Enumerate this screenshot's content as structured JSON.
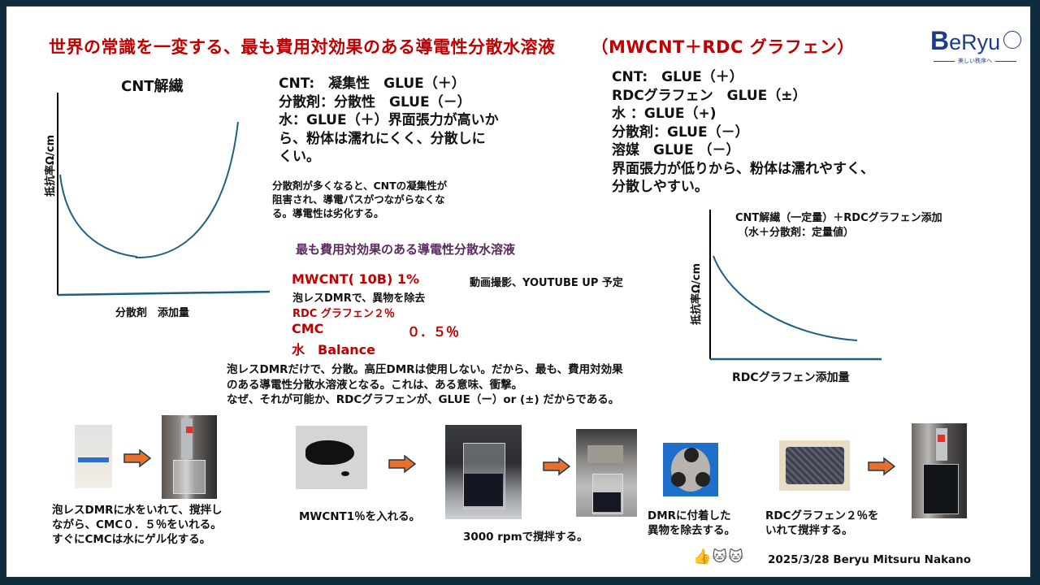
{
  "title": {
    "main": "世界の常識を一変する、最も費用対効果のある導電性分散水溶液",
    "sub": "（MWCNT＋RDC グラフェン）"
  },
  "logo": {
    "initial": "B",
    "name": "eRyu",
    "tagline": "美しい秩序へ"
  },
  "left_notes": {
    "lines": [
      "CNT:　凝集性　GLUE（＋）",
      "分散剤：分散性　GLUE（－）",
      "水：GLUE（＋）界面張力が高いか",
      "ら、粉体は濡れにくく、分散しに",
      "くい。"
    ],
    "detail": [
      "分散剤が多くなると、CNTの凝集性が",
      "阻害され、導電パスがつながらなくな",
      "る。導電性は劣化する。"
    ]
  },
  "right_notes": {
    "lines": [
      "CNT:　GLUE（＋）",
      "RDCグラフェン　GLUE（±）",
      "水 ：GLUE（+)",
      "分散剤：GLUE（－）",
      "溶媒　GLUE （－）",
      "界面張力が低りから、粉体は濡れやすく、",
      "分散しやすい。"
    ]
  },
  "recipe": {
    "heading": "最も費用対効果のある導電性分散水溶液",
    "mwcnt": "MWCNT( 10B) 1%",
    "video_note": "動画撮影、YOUTUBE UP 予定",
    "dmr_note": "泡レスDMRで、異物を除去",
    "rdc": "RDC グラフェン２％",
    "cmc_label": "CMC",
    "cmc_value": "０．５％",
    "water": "水　Balance"
  },
  "summary": [
    "泡レスDMRだけで、分散。高圧DMRは使用しない。だから、最も、費用対効果",
    "のある導電性分散水溶液となる。これは、ある意味、衝撃。",
    "なぜ、それが可能か、RDCグラフェンが、GLUE（ー）or (±) だからである。"
  ],
  "chart_data": [
    {
      "type": "line",
      "title": "CNT解繊",
      "xlabel": "分散剤　添加量",
      "ylabel": "抵抗率Ω/cm",
      "grid": false,
      "legend": "none",
      "x": [
        0,
        1,
        2,
        3,
        4,
        5,
        6,
        7,
        8,
        9,
        10
      ],
      "values": [
        80,
        52,
        36,
        27,
        22,
        21,
        24,
        31,
        44,
        66,
        100
      ],
      "note": "conceptual U-shaped curve, no numeric ticks"
    },
    {
      "type": "line",
      "title": "CNT解繊（一定量）＋RDCグラフェン添加",
      "subtitle": "（水＋分散剤：定量値）",
      "xlabel": "RDCグラフェン添加量",
      "ylabel": "抵抗率Ω/cm",
      "grid": false,
      "legend": "none",
      "x": [
        0,
        1,
        2,
        3,
        4,
        5,
        6,
        7,
        8,
        9,
        10
      ],
      "values": [
        100,
        78,
        61,
        48,
        38,
        31,
        25,
        21,
        18,
        16,
        15
      ],
      "note": "conceptual decaying curve, no numeric ticks"
    }
  ],
  "process": {
    "steps": [
      {
        "caption": [
          "泡レスDMRに水をいれて、撹拌し",
          "ながら、CMC０．５％をいれる。",
          "すぐにCMCは水にゲル化する。"
        ],
        "images": [
          "cmc-powder-bag-photo",
          "dmr-mixer-water-photo"
        ]
      },
      {
        "caption": [
          "MWCNT1％を入れる。"
        ],
        "images": [
          "mwcnt-powder-photo"
        ]
      },
      {
        "caption": [
          "3000 rpmで撹拌する。"
        ],
        "images": [
          "mixing-black-dispersion-photo",
          "dmr-head-lifted-photo"
        ]
      },
      {
        "caption": [
          "DMRに付着した",
          "異物を除去する。"
        ],
        "images": [
          "dmr-rotor-head-photo"
        ]
      },
      {
        "caption": [
          "RDCグラフェン２％を",
          "いれて撹拌する。"
        ],
        "images": [
          "rdc-graphene-container-photo",
          "final-dispersion-photo"
        ]
      }
    ]
  },
  "footer": {
    "icons": [
      "thumbs-up-icon",
      "lucky-cat-icon",
      "lucky-cat-icon"
    ],
    "credit": "2025/3/28 Beryu Mitsuru Nakano"
  },
  "colors": {
    "title_red": "#c00000",
    "heading_purple": "#5b2a5e",
    "curve_blue": "#1f5f80",
    "arrow_orange": "#e8702a",
    "frame_dark": "#13303f"
  }
}
